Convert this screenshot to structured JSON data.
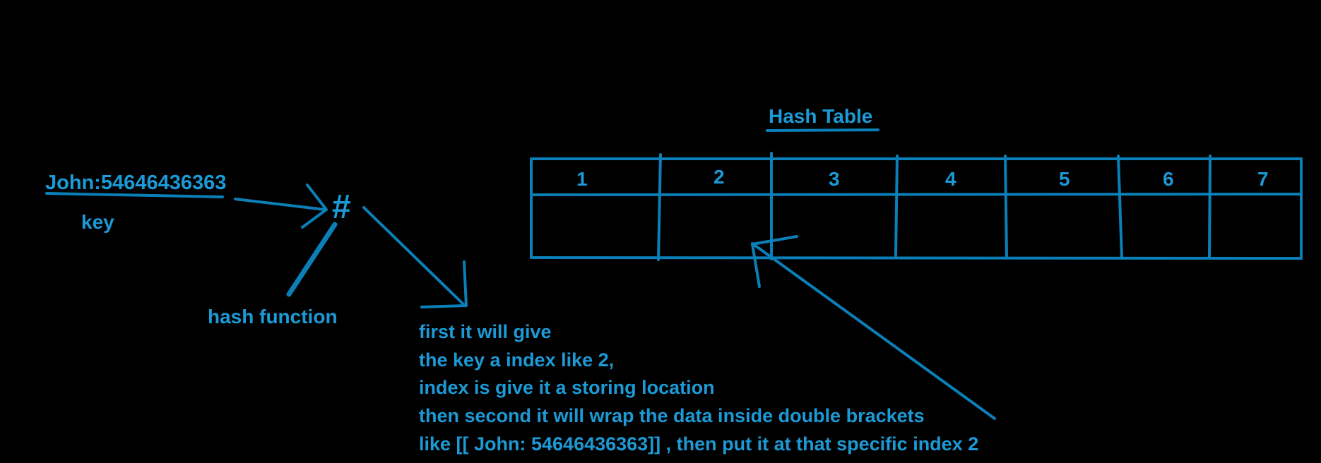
{
  "colors": {
    "background": "#000000",
    "text": "#1c9ad6",
    "stroke": "#0b7fb8"
  },
  "table": {
    "title": "Hash Table",
    "columns": [
      "1",
      "2",
      "3",
      "4",
      "5",
      "6",
      "7"
    ]
  },
  "key_value": "John:54646436363",
  "key_label": "key",
  "hash_symbol": "#",
  "hash_function_label": "hash function",
  "note": {
    "lines": [
      "first it will give",
      "the key a index like 2,",
      "index is give it a storing location",
      "then second it will wrap the data inside double brackets",
      "like [[ John: 54646436363]] , then put it at that specific index 2"
    ]
  }
}
